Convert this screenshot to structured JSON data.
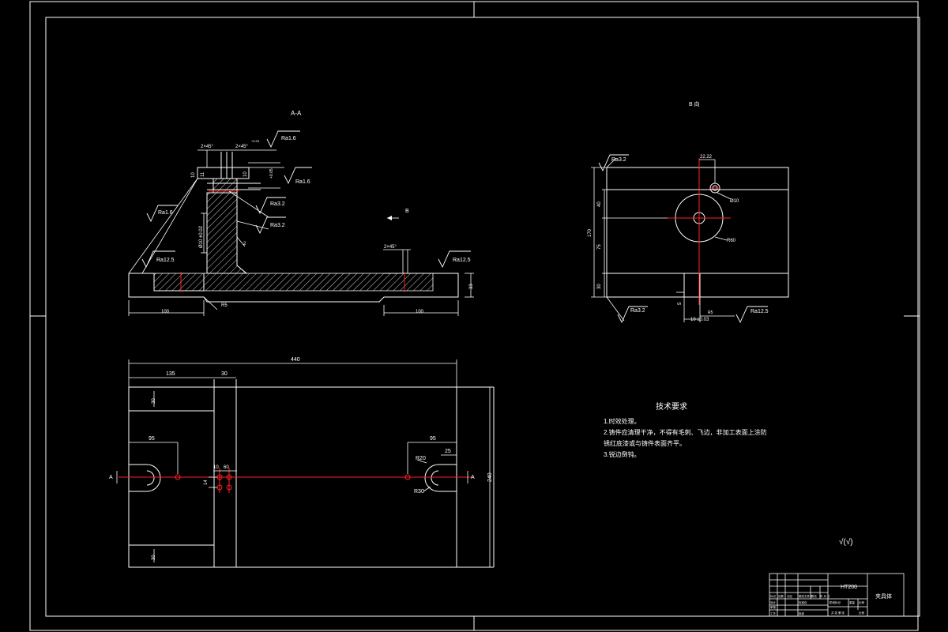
{
  "colors": {
    "background": "#000000",
    "line": "#ffffff",
    "center_line": "#ff2020",
    "hatch": "#ffffff"
  },
  "section_view": {
    "title": "A-A",
    "view_arrow_label": "B",
    "dims": {
      "chamfer_top_left": "2×45°",
      "chamfer_top_right": "2×45°",
      "tol_upper": "+0.03",
      "dia_tol": "+0.05",
      "dim_10": "10",
      "dim_11": "11",
      "dim_10b": "10",
      "dia_vertical": "Ø10 ±0.02",
      "chamfer_small": "2",
      "chamfer_bottom_right": "2×45°",
      "dim_33": "33",
      "dim_100_left": "100",
      "dim_100_right": "100",
      "radius": "R5"
    },
    "roughness": {
      "top": "Ra1.6",
      "top_right": "Ra1.6",
      "left": "Ra1.6",
      "mid1": "Ra3.2",
      "mid2": "Ra3.2",
      "base_left": "Ra12.5",
      "base_right": "Ra12.5"
    }
  },
  "b_view": {
    "title": "B 向",
    "dims": {
      "ra_top": "Ra3.2",
      "offset": "22.22",
      "hole": "Ø10",
      "circle": "R60",
      "dim_40": "40",
      "dim_170": "170",
      "dim_75": "75",
      "dim_30": "30",
      "dim_5": "5",
      "dim_bottom_left": "Ra3.2",
      "dim_r5": "R5",
      "dim_10": "10 ±0.03",
      "ra_bottom_right": "Ra12.5"
    }
  },
  "plan_view": {
    "dims": {
      "overall": "440",
      "dim_135": "135",
      "dim_30": "30",
      "dim_95_left": "95",
      "dim_95_right": "95",
      "dim_25": "25",
      "dim_r20": "R20",
      "dim_r30": "R30",
      "dim_30_top": "30",
      "dim_30_bottom": "30",
      "dim_240": "240",
      "dim_10": "10",
      "dim_60": "60",
      "dim_14": "14",
      "section_mark_left": "A",
      "section_mark_right": "A"
    }
  },
  "technical_requirements": {
    "title": "技术要求",
    "items": [
      "1.时效处理。",
      "2.铸件应清理干净，不得有毛刺、飞边，非加工表面上涂防",
      "锈红底漆或与铸件表面齐平。",
      "3.锐边倒钝。"
    ]
  },
  "general_roughness": "√(√)",
  "title_block": {
    "material": "HT200",
    "name": "夹具体",
    "scale_label": "比例",
    "labels": {
      "design": "设计",
      "check": "审核",
      "process": "工艺",
      "mark": "标记",
      "count": "处数",
      "zone": "分区",
      "change_doc": "更改文件号",
      "sign": "签名",
      "date": "年 月 日",
      "stage": "阶段标记",
      "weight": "重量",
      "ratio": "比例",
      "sheet": "共 张 第 张",
      "std": "标准化",
      "approve": "批准"
    }
  }
}
